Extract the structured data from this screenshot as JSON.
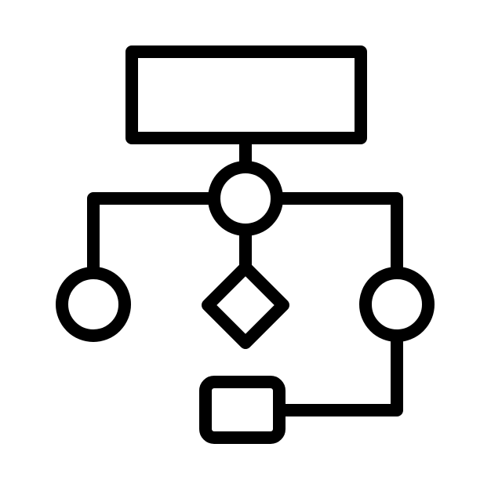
{
  "diagram": {
    "icon_name": "flowchart-icon",
    "colors": {
      "stroke": "#000000",
      "background": "#ffffff"
    },
    "nodes": [
      {
        "id": "top-process",
        "shape": "rectangle"
      },
      {
        "id": "center-connector",
        "shape": "circle"
      },
      {
        "id": "left-connector",
        "shape": "circle"
      },
      {
        "id": "decision",
        "shape": "diamond"
      },
      {
        "id": "right-connector",
        "shape": "circle"
      },
      {
        "id": "bottom-process",
        "shape": "rounded-rectangle"
      }
    ],
    "edges": [
      {
        "from": "top-process",
        "to": "center-connector"
      },
      {
        "from": "center-connector",
        "to": "left-connector"
      },
      {
        "from": "center-connector",
        "to": "decision"
      },
      {
        "from": "center-connector",
        "to": "right-connector"
      },
      {
        "from": "right-connector",
        "to": "bottom-process"
      }
    ]
  }
}
